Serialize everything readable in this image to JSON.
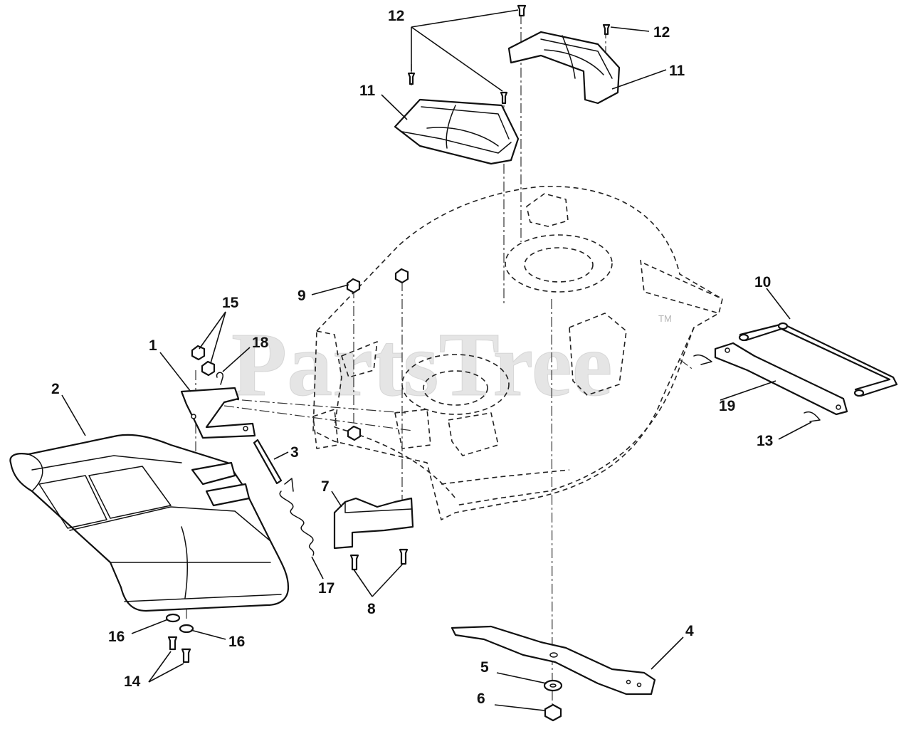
{
  "watermark": {
    "text": "PartsTree",
    "trademark": "TM"
  },
  "callouts": {
    "c1": "1",
    "c2": "2",
    "c3": "3",
    "c4": "4",
    "c5": "5",
    "c6": "6",
    "c7": "7",
    "c8": "8",
    "c9": "9",
    "c10": "10",
    "c11a": "11",
    "c11b": "11",
    "c12a": "12",
    "c12b": "12",
    "c13": "13",
    "c14": "14",
    "c15": "15",
    "c16a": "16",
    "c16b": "16",
    "c17": "17",
    "c18": "18",
    "c19": "19"
  }
}
